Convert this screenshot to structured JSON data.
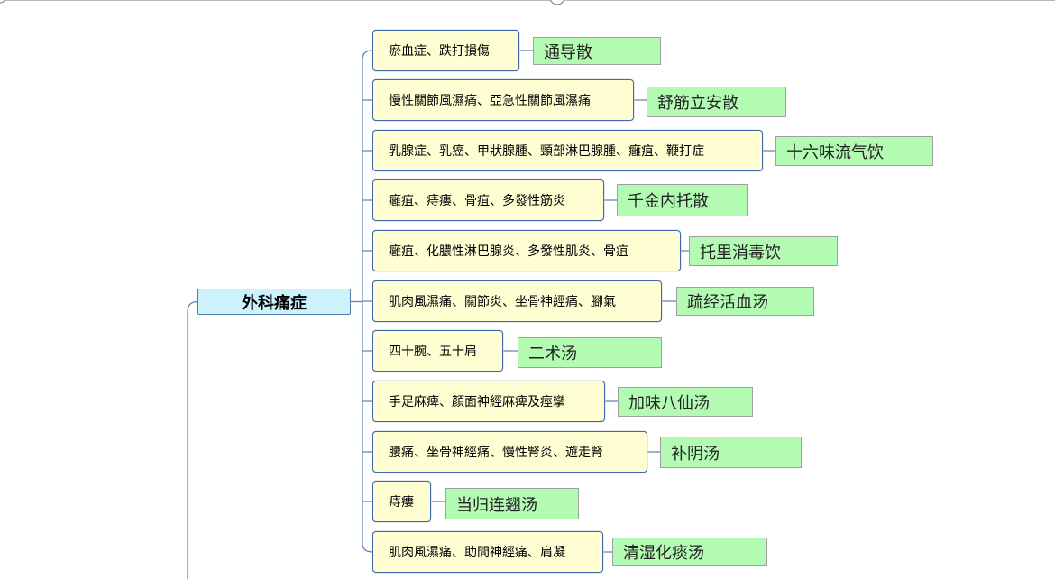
{
  "root": {
    "label": "外科痛症"
  },
  "branches": [
    {
      "condition": "瘀血症、跌打損傷",
      "formula": "通导散"
    },
    {
      "condition": "慢性關節風濕痛、亞急性關節風濕痛",
      "formula": "舒筋立安散"
    },
    {
      "condition": "乳腺症、乳癌、甲狀腺腫、頸部淋巴腺腫、癰疽、鞭打症",
      "formula": "十六味流气饮"
    },
    {
      "condition": "癰疽、痔瘻、骨疽、多發性筋炎",
      "formula": "千金内托散"
    },
    {
      "condition": "癰疽、化膿性淋巴腺炎、多發性肌炎、骨疽",
      "formula": "托里消毒饮"
    },
    {
      "condition": "肌肉風濕痛、關節炎、坐骨神經痛、腳氣",
      "formula": "疏经活血汤"
    },
    {
      "condition": "四十腕、五十肩",
      "formula": "二术汤"
    },
    {
      "condition": "手足麻痺、顏面神經麻痺及痙攣",
      "formula": "加味八仙汤"
    },
    {
      "condition": "腰痛、坐骨神經痛、慢性腎炎、遊走腎",
      "formula": "补阴汤"
    },
    {
      "condition": "痔瘻",
      "formula": "当归连翘汤"
    },
    {
      "condition": "肌肉風濕痛、助間神經痛、肩凝",
      "formula": "清湿化痰汤"
    }
  ],
  "colors": {
    "root_fill": "#ccf3fb",
    "condition_fill": "#fffdd2",
    "formula_fill": "#b3fbb3",
    "connector": "#5a7fb0"
  }
}
